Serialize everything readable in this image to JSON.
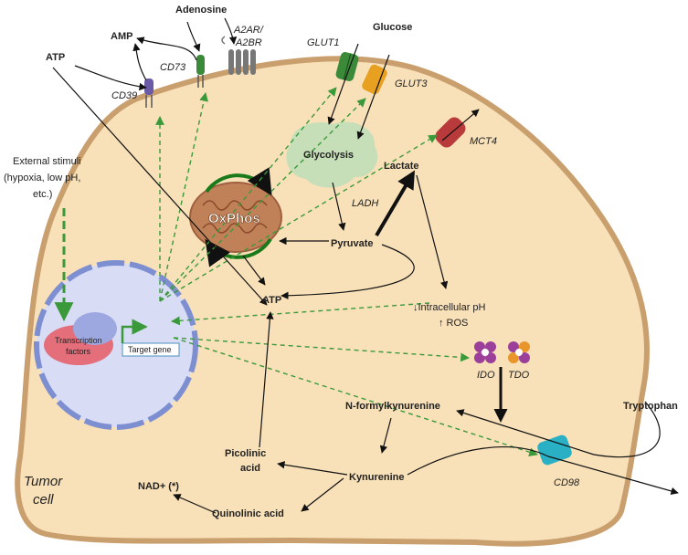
{
  "labels": {
    "atp_top": "ATP",
    "amp": "AMP",
    "adenosine": "Adenosine",
    "a2ar_a2br_1": "A2AR/",
    "a2ar_a2br_2": "A2BR",
    "glut1": "GLUT1",
    "glucose": "Glucose",
    "glut3": "GLUT3",
    "cd73": "CD73",
    "cd39": "CD39",
    "mct4": "MCT4",
    "external_stimuli_1": "External stimuli",
    "external_stimuli_2": "(hypoxia, low pH,",
    "external_stimuli_3": "etc.)",
    "glycolysis": "Glycolysis",
    "lactate": "Lactate",
    "ladh": "LADH",
    "oxphos": "OxPhos",
    "pyruvate": "Pyruvate",
    "atp_cell": "ATP",
    "intracellular_ph": "↓Intracellular pH",
    "ros": "↑ ROS",
    "transcription_factors_1": "Transcription",
    "transcription_factors_2": "factors",
    "target_gene": "Target gene",
    "ido": "IDO",
    "tdo": "TDO",
    "n_formylkynurenine": "N-formylkynurenine",
    "tryptophan": "Tryptophan",
    "picolinic_1": "Picolinic",
    "picolinic_2": "acid",
    "kynurenine": "Kynurenine",
    "nad": "NAD+ (*)",
    "quinolinic": "Quinolinic acid",
    "cd98": "CD98",
    "tumor_1": "Tumor",
    "tumor_2": "cell"
  },
  "colors": {
    "cell_fill": "#f8e0b8",
    "cell_border": "#c99f6e",
    "nucleus_fill": "#d8dcf5",
    "nucleus_border": "#7d8fd1",
    "green_dash": "#3a9a3a",
    "arrow": "#111111",
    "glycolysis_fill": "#c7dfb9",
    "mito_fill": "#c08058",
    "tf_fill": "#e46e7a",
    "enzyme_purple": "#9b3f9b",
    "enzyme_orange": "#e8962c",
    "cd98_fill": "#2ab0c4",
    "mct4_fill": "#b83a3a",
    "glut1_fill": "#3a8a3a",
    "glut3_fill": "#e8a020"
  }
}
